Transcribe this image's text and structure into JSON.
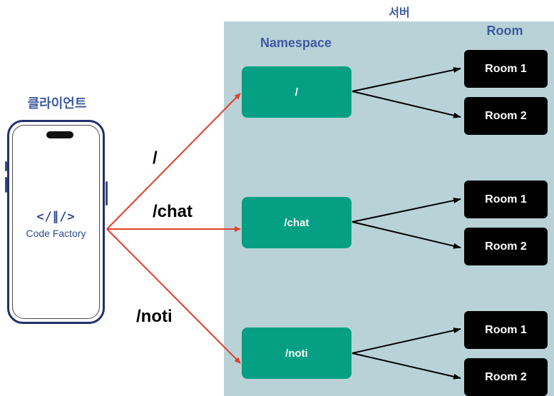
{
  "labels": {
    "server": "서버",
    "namespace": "Namespace",
    "room": "Room",
    "client": "클라이언트"
  },
  "logo": {
    "mark": "</∥/>",
    "name": "Code Factory"
  },
  "paths": [
    "/",
    "/chat",
    "/noti"
  ],
  "namespaces": [
    {
      "label": "/",
      "rooms": [
        "Room 1",
        "Room 2"
      ]
    },
    {
      "label": "/chat",
      "rooms": [
        "Room 1",
        "Room 2"
      ]
    },
    {
      "label": "/noti",
      "rooms": [
        "Room 1",
        "Room 2"
      ]
    }
  ],
  "colors": {
    "server_bg": "#b8d2d8",
    "namespace_fill": "#05a083",
    "room_fill": "#000000",
    "client_arrow": "#e0402a",
    "heading_text": "#3e5aa0"
  }
}
